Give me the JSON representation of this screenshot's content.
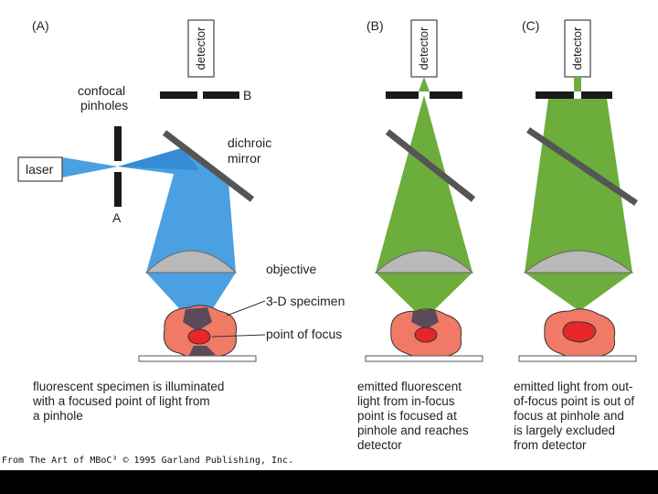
{
  "panels": {
    "a": {
      "label": "(A)",
      "detector": "detector",
      "pinholes_label": [
        "confocal",
        "pinholes"
      ],
      "pinhole_b": "B",
      "pinhole_a": "A",
      "laser": "laser",
      "mirror_label": [
        "dichroic",
        "mirror"
      ],
      "objective": "objective",
      "specimen": "3-D specimen",
      "focus": "point of focus",
      "caption": [
        "fluorescent specimen is illuminated",
        "with a focused point of light from",
        "a pinhole"
      ]
    },
    "b": {
      "label": "(B)",
      "detector": "detector",
      "caption": [
        "emitted fluorescent",
        "light from in-focus",
        "point is focused at",
        "pinhole and reaches",
        "detector"
      ]
    },
    "c": {
      "label": "(C)",
      "detector": "detector",
      "caption": [
        "emitted light from out-",
        "of-focus point is out of",
        "focus at pinhole and",
        "is largely excluded",
        "from detector"
      ]
    }
  },
  "credit": "From The Art of MBoC³ © 1995 Garland Publishing, Inc.",
  "colors": {
    "blue_light": "#4aa0e0",
    "green_light": "#6cad3c",
    "lens": "#b9b9b9",
    "specimen": "#f07a66",
    "focus_point": "#e8262a",
    "mirror": "#555555"
  }
}
